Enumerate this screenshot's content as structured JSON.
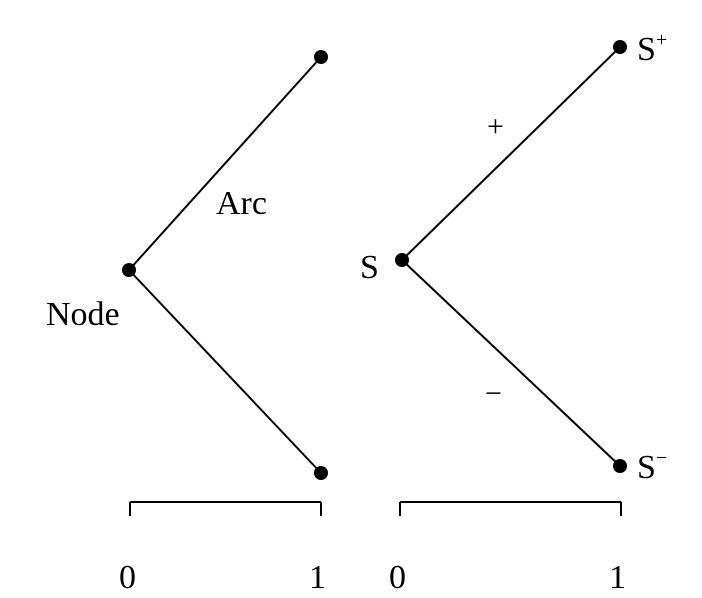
{
  "colors": {
    "ink": "#000000",
    "background": "#ffffff"
  },
  "left_tree": {
    "node_label": "Node",
    "arc_label": "Arc",
    "axis": {
      "tick_start": "0",
      "tick_end": "1"
    }
  },
  "right_tree": {
    "root_label": "S",
    "up_label_base": "S",
    "up_label_sup": "+",
    "down_label_base": "S",
    "down_label_sup": "−",
    "up_sign": "+",
    "down_sign": "−",
    "axis": {
      "tick_start": "0",
      "tick_end": "1"
    }
  }
}
